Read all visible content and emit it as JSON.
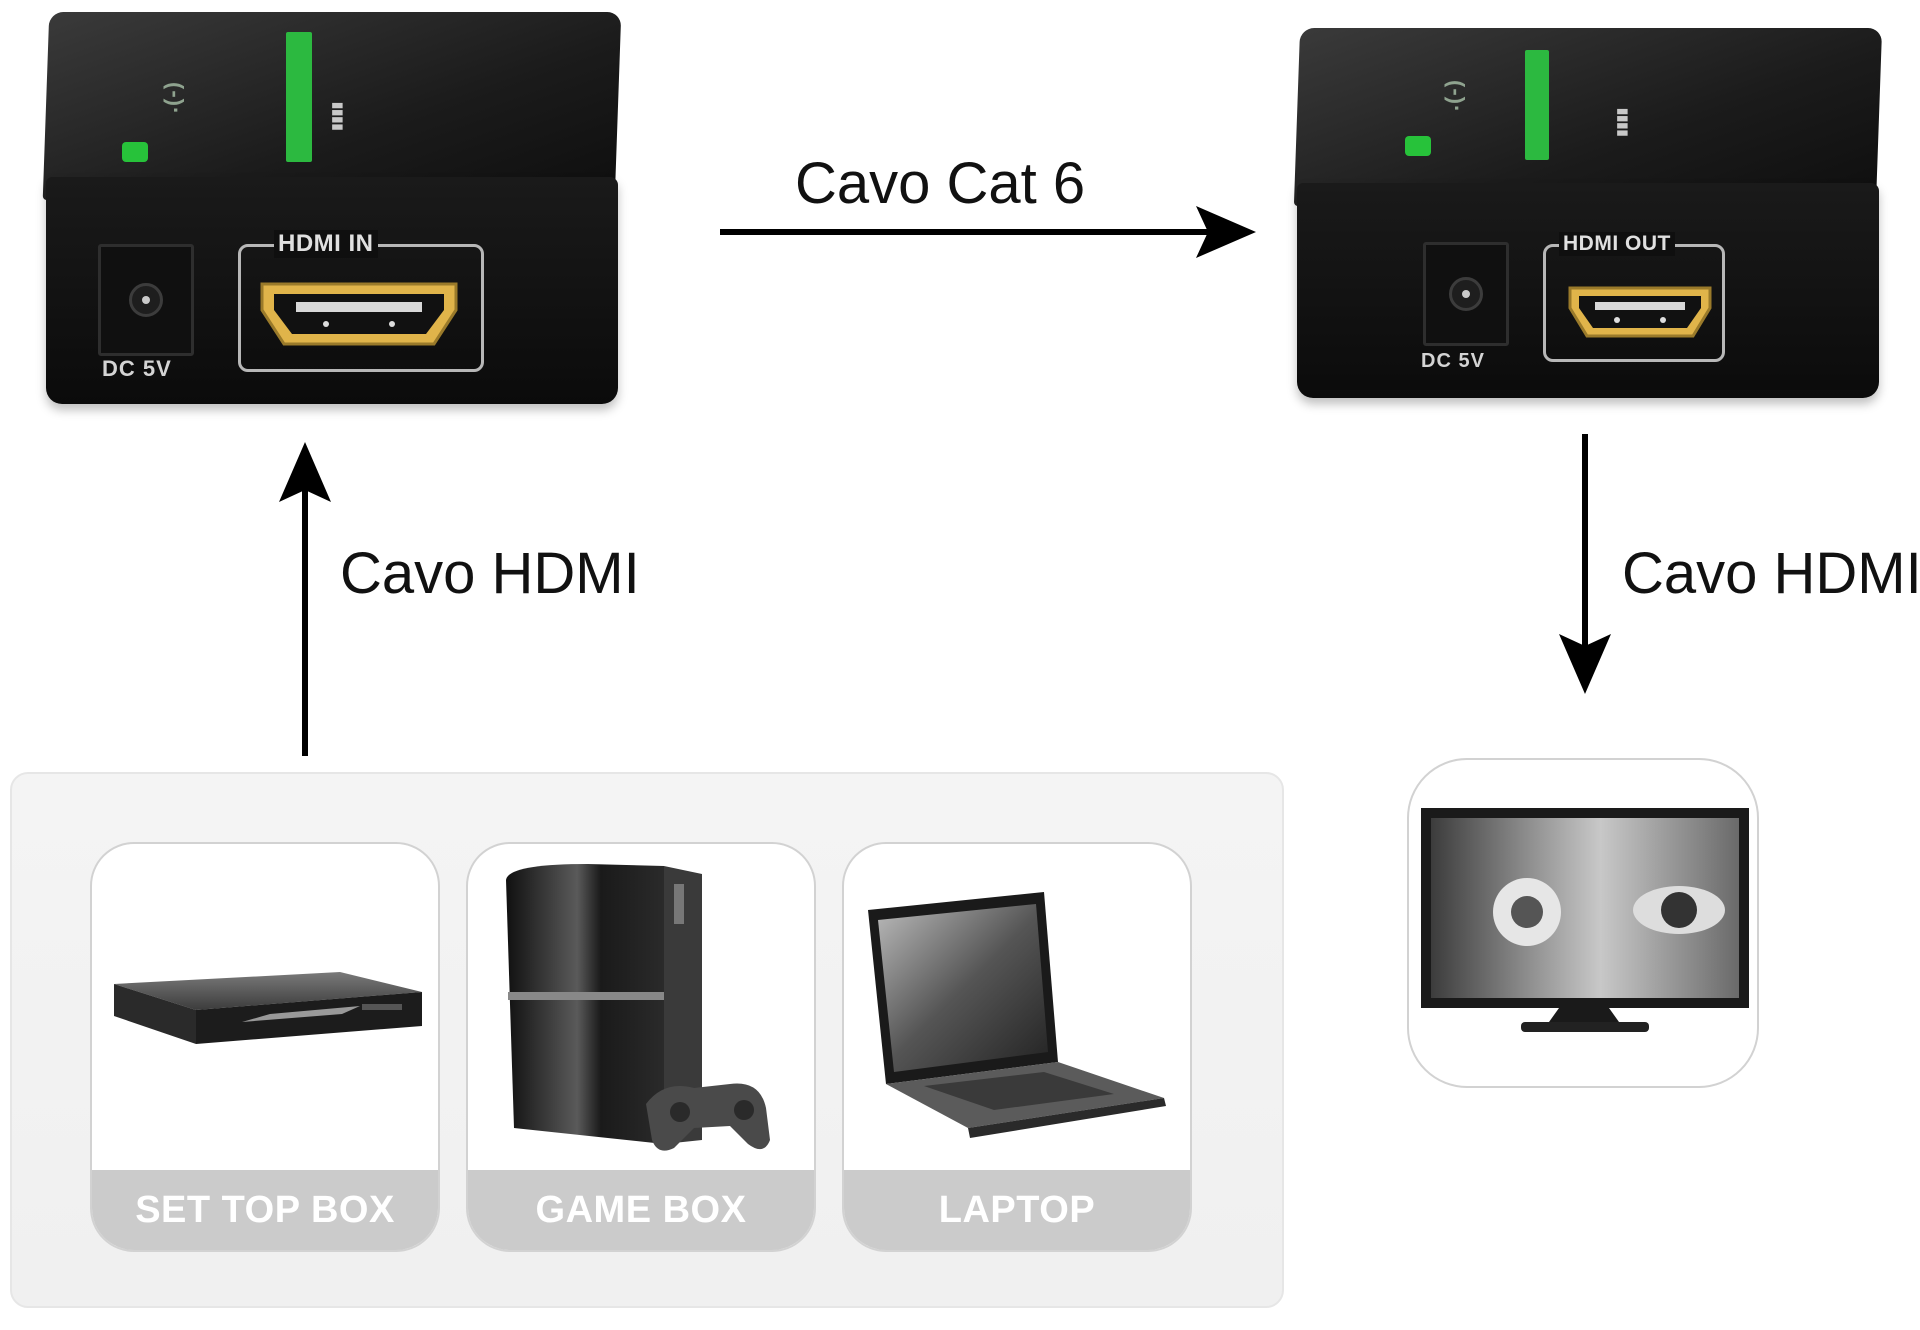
{
  "transmitter": {
    "hdmi_label": "HDMI IN",
    "dc_label": "DC 5V"
  },
  "receiver": {
    "hdmi_label": "HDMI OUT",
    "dc_label": "DC 5V"
  },
  "arrows": {
    "cat6_label": "Cavo Cat 6",
    "hdmi_in_label": "Cavo HDMI",
    "hdmi_out_label": "Cavo HDMI"
  },
  "sources": [
    {
      "caption": "SET TOP BOX",
      "icon": "set-top-box-icon"
    },
    {
      "caption": "GAME BOX",
      "icon": "game-console-icon"
    },
    {
      "caption": "LAPTOP",
      "icon": "laptop-icon"
    }
  ],
  "display": {
    "icon": "tv-icon"
  },
  "colors": {
    "accent_green": "#2cb940",
    "caption_bar": "#cbcbcb",
    "device_body": "#111111"
  }
}
